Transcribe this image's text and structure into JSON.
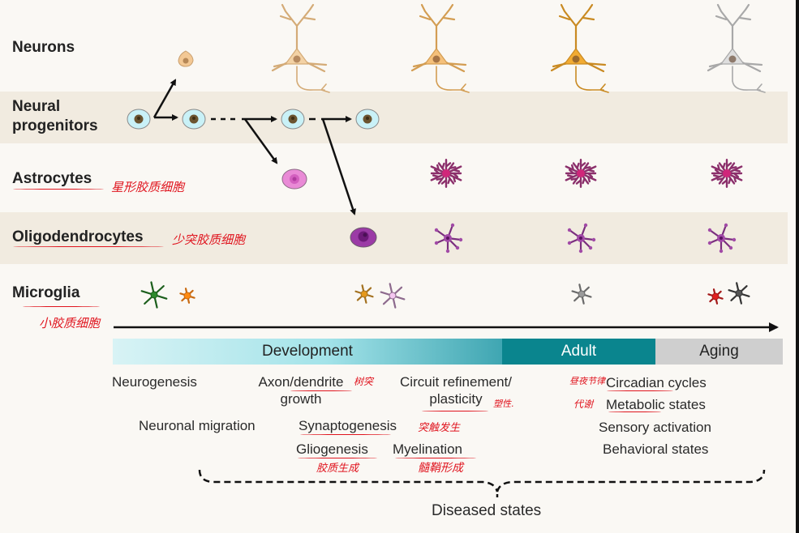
{
  "rows": {
    "neurons": "Neurons",
    "progenitors_line1": "Neural",
    "progenitors_line2": "progenitors",
    "astrocytes": "Astrocytes",
    "oligodendrocytes": "Oligodendrocytes",
    "microglia": "Microglia"
  },
  "stages": {
    "development": "Development",
    "adult": "Adult",
    "aging": "Aging"
  },
  "processes": {
    "neurogenesis": "Neurogenesis",
    "axon_line1": "Axon/dendrite",
    "axon_line2": "growth",
    "circuit_line1": "Circuit refinement/",
    "circuit_line2": "plasticity",
    "migration": "Neuronal migration",
    "synaptogenesis": "Synaptogenesis",
    "gliogenesis": "Gliogenesis",
    "myelination": "Myelination",
    "circadian": "Circadian cycles",
    "metabolic": "Metabolic states",
    "sensory": "Sensory activation",
    "behavioral": "Behavioral states"
  },
  "diseased_states": "Diseased states",
  "annotations": {
    "astrocytes": "星形胶质细胞",
    "oligodendrocytes": "少突胶质细胞",
    "microglia": "小胶质细胞",
    "dendrite": "树突",
    "plasticity": "塑性.",
    "synaptogenesis": "突触发生",
    "gliogenesis": "胶质生成",
    "myelination": "髓鞘形成",
    "circadian": "昼夜节律",
    "metabolic": "代谢"
  },
  "colors": {
    "band": "#f1ebe0",
    "background": "#faf8f4",
    "adult": "#0a858e",
    "aging": "#cfcfcf",
    "dev_start": "#d8f3f5",
    "dev_end": "#3fa6b2",
    "annotation": "#e0141e"
  }
}
